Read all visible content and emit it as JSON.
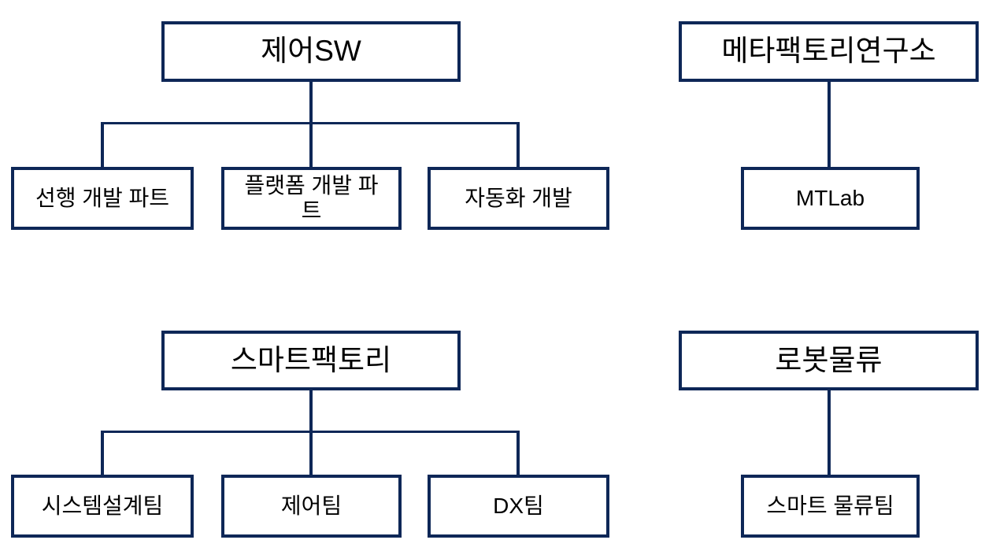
{
  "diagram": {
    "type": "org-chart",
    "background_color": "#ffffff",
    "box_fill_color": "#ffffff",
    "box_border_color": "#0e2757",
    "connector_color": "#0e2757",
    "text_color": "#000000"
  },
  "trees": [
    {
      "id": "control-sw",
      "parent": {
        "label": "제어SW"
      },
      "children": [
        {
          "label": "선행 개발 파트"
        },
        {
          "label": "플랫폼 개발 파트"
        },
        {
          "label": "자동화 개발"
        }
      ]
    },
    {
      "id": "metafactory-research-lab",
      "parent": {
        "label": "메타팩토리연구소"
      },
      "children": [
        {
          "label": "MTLab"
        }
      ]
    },
    {
      "id": "smart-factory",
      "parent": {
        "label": "스마트팩토리"
      },
      "children": [
        {
          "label": "시스템설계팀"
        },
        {
          "label": "제어팀"
        },
        {
          "label": "DX팀"
        }
      ]
    },
    {
      "id": "robot-logistics",
      "parent": {
        "label": "로봇물류"
      },
      "children": [
        {
          "label": "스마트 물류팀"
        }
      ]
    }
  ]
}
